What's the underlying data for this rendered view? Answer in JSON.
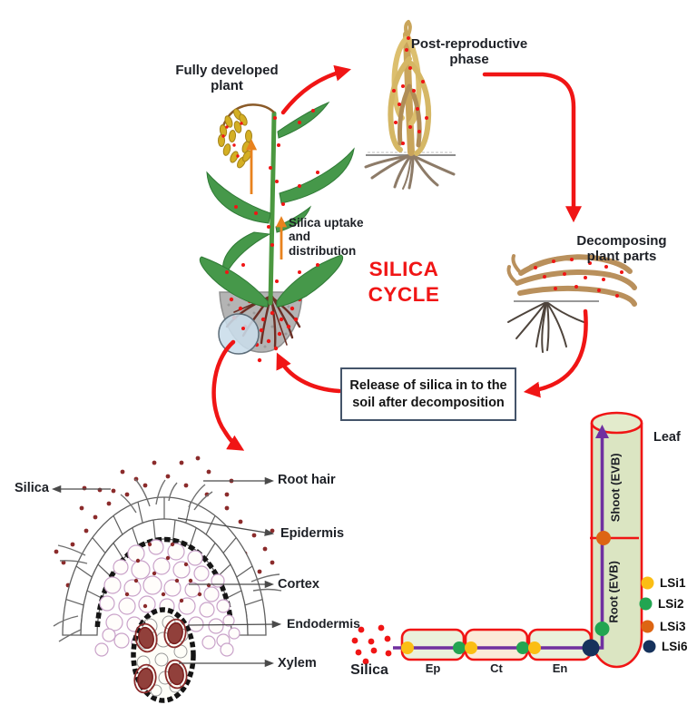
{
  "cycle": {
    "title": "SILICA\nCYCLE",
    "fully_developed_label": "Fully developed\nplant",
    "post_reproductive_label": "Post-reproductive\nphase",
    "decomposing_label": "Decomposing\nplant parts",
    "uptake_label": "Silica uptake\nand\ndistribution",
    "release_box_text": "Release of silica in to the\nsoil after decomposition"
  },
  "cross_section": {
    "silica_label": "Silica",
    "root_hair_label": "Root hair",
    "epidermis_label": "Epidermis",
    "cortex_label": "Cortex",
    "endodermis_label": "Endodermis",
    "xylem_label": "Xylem"
  },
  "transport": {
    "silica_label": "Silica",
    "leaf_label": "Leaf",
    "shoot_label": "Shoot (EVB)",
    "root_label": "Root (EVB)",
    "segments": [
      "Ep",
      "Ct",
      "En"
    ],
    "legend": [
      {
        "label": "LSi1",
        "color": "#FBBE14"
      },
      {
        "label": "LSi2",
        "color": "#22A551"
      },
      {
        "label": "LSi3",
        "color": "#DD6513"
      },
      {
        "label": "LSi6",
        "color": "#16325C"
      }
    ]
  },
  "colors": {
    "cycle_red": "#F01515",
    "uptake_orange": "#E8821E",
    "transport_purple": "#7030A0",
    "release_box_border": "#44546A",
    "cylinder_fill": "#DBE5C2",
    "segment_green_fill": "#EAF1DC",
    "segment_peach_fill": "#FBEAD8"
  }
}
